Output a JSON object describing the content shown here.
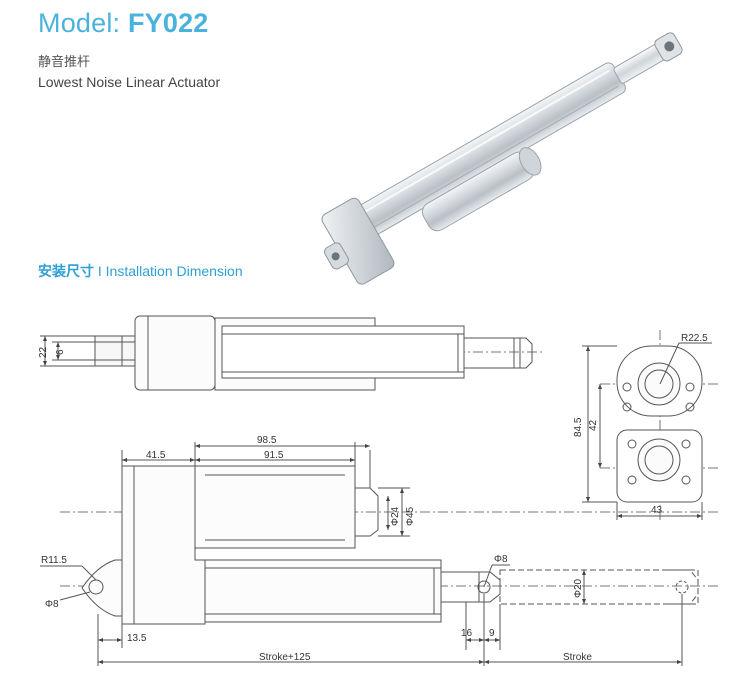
{
  "header": {
    "model_prefix": "Model: ",
    "model_code": "FY022",
    "chinese_subtitle": "静音推杆",
    "english_subtitle": "Lowest Noise Linear Actuator"
  },
  "section": {
    "chinese_title": "安装尺寸",
    "separator": " I ",
    "english_title": "Installation Dimension"
  },
  "dimensions": {
    "top_22": "22",
    "top_6": "6",
    "r22_5": "R22.5",
    "h84_5": "84.5",
    "h42": "42",
    "w43": "43",
    "d98_5": "98.5",
    "d41_5": "41.5",
    "d91_5": "91.5",
    "phi24": "Φ24",
    "phi45": "Φ45",
    "r11_5": "R11.5",
    "phi8_left": "Φ8",
    "phi8_right": "Φ8",
    "phi20": "Φ20",
    "d13_5": "13.5",
    "d16": "16",
    "d9": "9",
    "stroke_125": "Stroke+125",
    "stroke": "Stroke"
  },
  "colors": {
    "accent": "#4ab3dd",
    "section": "#2f9fd4",
    "line": "#555555"
  }
}
